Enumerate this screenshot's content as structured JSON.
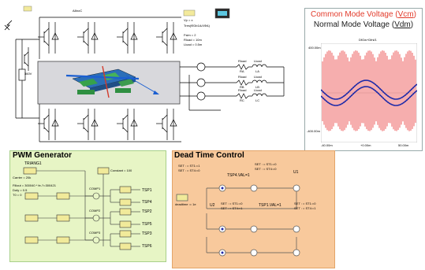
{
  "top_circuit": {
    "labels": {
      "voltage_param": "Vp = x",
      "tres": "Tres(ΦDb1A/4ΦA)",
      "fsim": "Fsim = 2",
      "rload": "Rload = 10m",
      "lload": "Lload = 0.5m",
      "resistor_a": "Rload",
      "inductor_a": "Lload",
      "node_a": "RA",
      "node_la": "LA",
      "resistor_b": "Rload",
      "inductor_b": "Lload",
      "node_b": "RB",
      "node_lb": "LB",
      "resistor_c": "Rload",
      "inductor_c": "Lload",
      "node_c": "RC",
      "node_lc": "LC",
      "source_left": "360V",
      "source_top": "A8noC"
    }
  },
  "scope": {
    "legend_common": "Common Mode Voltage (Vcm)",
    "legend_common_pre": "Common Mode Voltage (",
    "legend_common_u": "Vcm",
    "legend_common_post": ")",
    "legend_normal_pre": "Normal Mode Voltage (",
    "legend_normal_u": "Vdm",
    "legend_normal_post": ")",
    "plot_title": "DfGw+Dfnl/1",
    "y_top": "400.00m",
    "y_bottom": "-400.00m",
    "x_left": "-40.00m",
    "x_mid": "+0.00m",
    "x_right": "50.00m",
    "colors": {
      "common": "#e83434",
      "normal": "#1f2aa8"
    }
  },
  "pwm": {
    "title": "PWM Generator",
    "triangle_name": "TRIANG1",
    "carrier": "Carrier = 20k",
    "fillout": "Fillout = 300040 * fe-?=300421",
    "duty": "Duty = 0.5",
    "t0": "T0 = 0",
    "constant": "Constant = 100",
    "comps": [
      "COMP1",
      "COMP2",
      "COMP3"
    ],
    "outputs": [
      "TSP1",
      "TSP4",
      "TSP2",
      "TSP5",
      "TSP3",
      "TSP6"
    ],
    "colors": {
      "panel": "#e7f5c5",
      "border": "#a8d08a",
      "block": "#f1ea9a"
    }
  },
  "dead": {
    "title": "Dead Time Control",
    "set1": "SET : = ST1:=1",
    "set2": "SET : = ST4:=0",
    "set3": "SET : = ST1:=0",
    "set4": "SET : = ST4:=0",
    "tsp4": "TSP4.VAL=1",
    "u1": "U1",
    "u2": "U2",
    "deadtime": "deadtime := 1e",
    "set5": "SET : = ST1:=0",
    "set6": "SET : = ST4:=1",
    "tsp1": "TSP1.VAL=1",
    "set7": "SET : = ST1:=0",
    "set8": "SET : = ST4:=1",
    "colors": {
      "panel": "#f8c99c",
      "border": "#e3a468"
    }
  }
}
